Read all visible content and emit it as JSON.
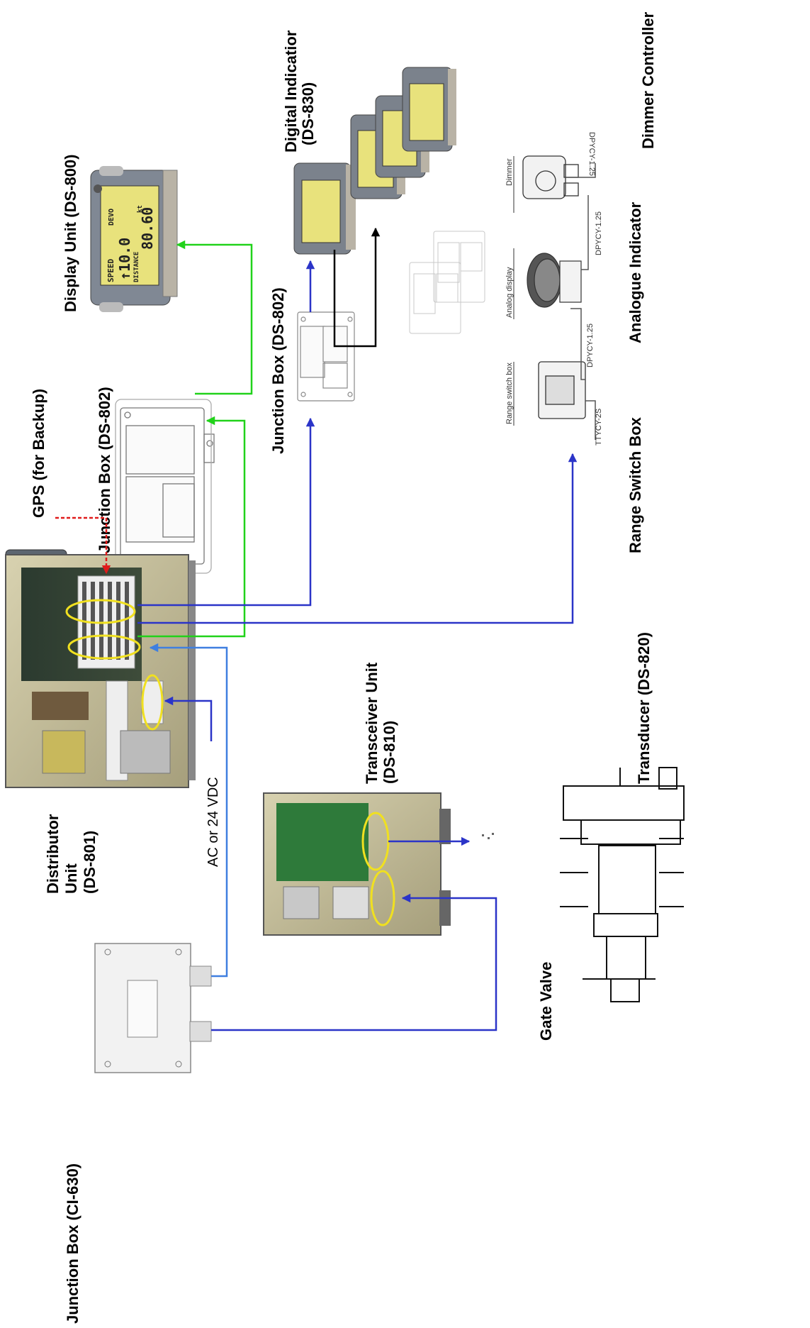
{
  "labels": {
    "gps": "GPS (for Backup)",
    "junction_box_ds802_a": "Junction Box (DS-802)",
    "display_unit": "Display Unit (DS-800)",
    "junction_box_ds802_b": "Junction Box (DS-802)",
    "digital_indicator_line1": "Digital Indicatior",
    "digital_indicator_line2": "(DS-830)",
    "dimmer_controller": "Dimmer Controller",
    "analogue_indicator": "Analogue Indicator",
    "range_switch_box": "Range Switch Box",
    "distributor_line1": "Distributor",
    "distributor_line2": "Unit",
    "distributor_line3": "(DS-801)",
    "power_supply": "AC or 24 VDC",
    "transceiver_line1": "Transceiver Unit",
    "transceiver_line2": "(DS-810)",
    "transducer": "Transducer (DS-820)",
    "junction_box_ci630": "Junction Box (CI-630)",
    "gate_valve": "Gate Valve"
  },
  "small_labels": {
    "dimmer": "Dimmer",
    "analog_display": "Analog display",
    "range_switch": "Range switch box",
    "cable_dpycy_top": "DPYCY-1.25",
    "cable_dpycy_mid": "DPYCY-1.25",
    "cable_dpycy_low": "DPYCY-1.25",
    "cable_ttycy": "TTYCY-2S"
  },
  "lcd": {
    "speed_label": "SPEED",
    "speed_value": "↑10.0",
    "distance_label": "DISTANCE",
    "distance_value": "80.60",
    "mode": "DEVO",
    "unit": "kt"
  },
  "colors": {
    "blue": "#2b34c8",
    "light_blue": "#3f7fe0",
    "green": "#21d21a",
    "red": "#e01b1b",
    "black": "#000000",
    "yellow": "#f0e020"
  }
}
